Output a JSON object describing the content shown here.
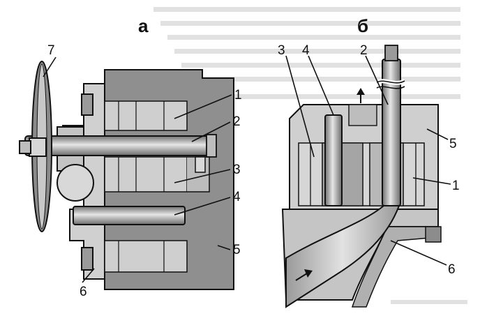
{
  "figure": {
    "panel_a": {
      "title": "а",
      "labels": [
        "7",
        "1",
        "2",
        "3",
        "4",
        "5",
        "6"
      ]
    },
    "panel_b": {
      "title": "б",
      "labels": [
        "3",
        "4",
        "2",
        "5",
        "1",
        "6"
      ]
    }
  },
  "colors": {
    "body_light": "#c9c9c9",
    "body_mid": "#a9a9a9",
    "body_dark": "#8a8a8a",
    "rod": "#9b9b9b",
    "outline": "#111111",
    "background": "#ffffff"
  }
}
